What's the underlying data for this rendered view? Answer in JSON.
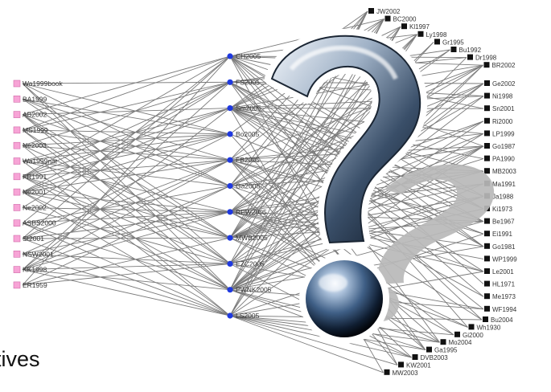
{
  "caption": "tives",
  "graph": {
    "left_nodes": [
      "Wa1999book",
      "BA1999",
      "AB2002",
      "MS1999",
      "Ne2003",
      "Wa1999nat",
      "FR1991",
      "Ne2001",
      "Ne2002",
      "ASBS2000",
      "St2001",
      "NSW2001",
      "KK1998",
      "ER1959"
    ],
    "middle_nodes": [
      "CH2005",
      "FS2005",
      "Sm2005",
      "Bo2005",
      "FB2005",
      "Ga2005",
      "RPW2005",
      "MWB2005",
      "EZC2005",
      "PWNK2005",
      "LS2005"
    ],
    "right_nodes": [
      "JW2002",
      "BC2000",
      "Kl1997",
      "Ly1998",
      "Gr1995",
      "Bu1992",
      "Dr1998",
      "BR2002",
      "Ge2002",
      "Ni1998",
      "Sn2001",
      "Ri2000",
      "LP1999",
      "Go1987",
      "PA1990",
      "MB2003",
      "Ma1991",
      "Ja1988",
      "Ki1973",
      "Be1967",
      "Ei1991",
      "Go1981",
      "WP1999",
      "Le2001",
      "HL1971",
      "Me1973",
      "WF1994",
      "Bu2004",
      "Wh1930",
      "Gi2000",
      "Mo2004",
      "Ga1995",
      "DVB2003",
      "KW2001",
      "MW2003"
    ],
    "colors": {
      "left_node": "#f7a4d6",
      "middle_node": "#1f39e0",
      "right_node": "#111111",
      "edge": "#7a7a7a",
      "label": "#333333"
    }
  },
  "decoration": {
    "icon": "question-mark-icons"
  }
}
